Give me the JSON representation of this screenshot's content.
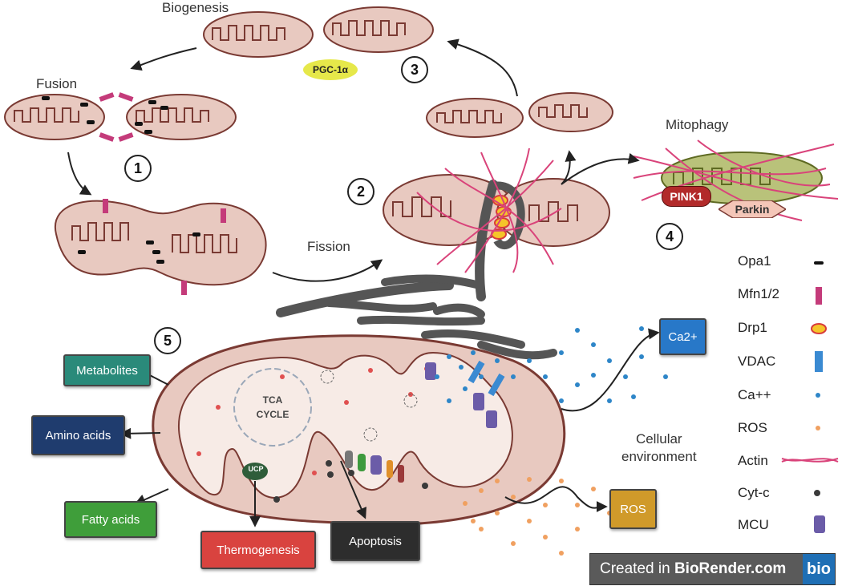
{
  "stages": {
    "biogenesis": "Biogenesis",
    "fusion": "Fusion",
    "fission": "Fission",
    "mitophagy": "Mitophagy",
    "cellular_environment": "Cellular\nenvironment"
  },
  "numbers": [
    "1",
    "2",
    "3",
    "4",
    "5"
  ],
  "proteins": {
    "pgc": "PGC-1α",
    "pink1": "PINK1",
    "parkin": "Parkin",
    "ucp": "UCP",
    "tca": "TCA\nCYCLE"
  },
  "outputs": {
    "metabolites": "Metabolites",
    "amino_acids": "Amino acids",
    "fatty_acids": "Fatty acids",
    "thermogenesis": "Thermogenesis",
    "apoptosis": "Apoptosis",
    "ca2": "Ca2+",
    "ros": "ROS"
  },
  "legend": [
    {
      "label": "Opa1",
      "icon": "opa1-icon"
    },
    {
      "label": "Mfn1/2",
      "icon": "mfn-icon"
    },
    {
      "label": "Drp1",
      "icon": "drp1-icon"
    },
    {
      "label": "VDAC",
      "icon": "vdac-icon"
    },
    {
      "label": "Ca++",
      "icon": "calcium-icon"
    },
    {
      "label": "ROS",
      "icon": "ros-icon"
    },
    {
      "label": "Actin",
      "icon": "actin-icon"
    },
    {
      "label": "Cyt-c",
      "icon": "cytc-icon"
    },
    {
      "label": "MCU",
      "icon": "mcu-icon"
    }
  ],
  "footer": {
    "prefix": "Created in ",
    "brand": "BioRender.com",
    "logo": "bio"
  },
  "colors": {
    "mito_fill": "#e8c9c0",
    "mito_stroke": "#7a3a33",
    "metabolites": "#2a8a7a",
    "amino_acids": "#1f3c6e",
    "fatty_acids": "#3f9e3a",
    "thermogenesis": "#d9433f",
    "apoptosis": "#2d2d2d",
    "ca2": "#2878c8",
    "ros": "#d09a2a",
    "pgc": "#e6e84a",
    "pink1": "#b22a2a",
    "parkin": "#f4c6b8",
    "actin": "#d9437a"
  }
}
